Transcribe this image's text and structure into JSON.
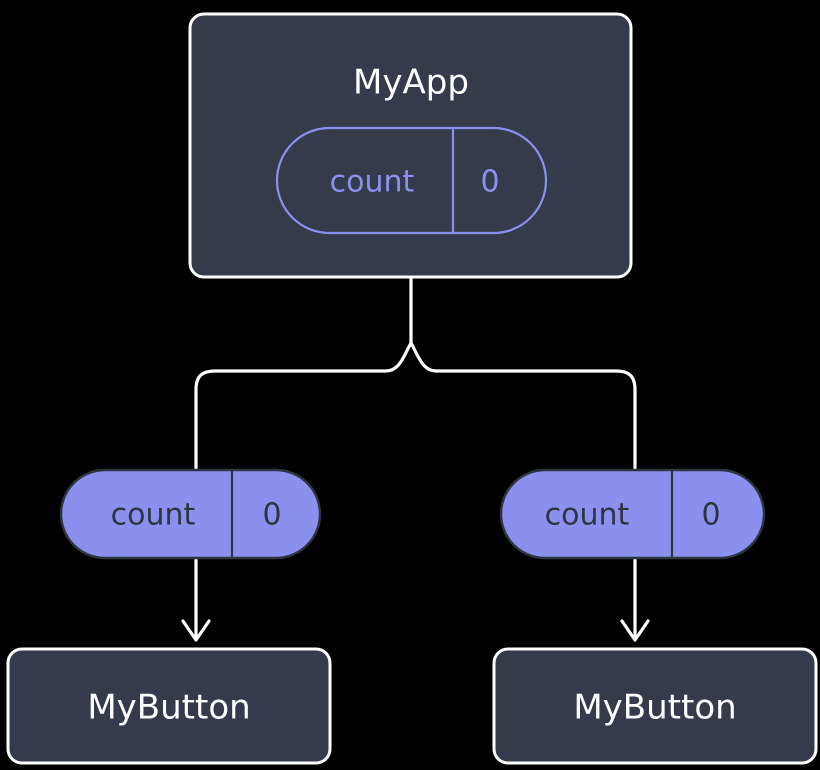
{
  "diagram": {
    "title_node": {
      "label": "MyApp",
      "state": {
        "key": "count",
        "value": "0"
      }
    },
    "state_pills": [
      {
        "key": "count",
        "value": "0"
      },
      {
        "key": "count",
        "value": "0"
      }
    ],
    "child_nodes": [
      {
        "label": "MyButton"
      },
      {
        "label": "MyButton"
      }
    ],
    "colors": {
      "background": "#000000",
      "node_fill": "#353b4a",
      "node_stroke": "#ffffff",
      "node_text": "#ffffff",
      "pill_accent": "#8b90ef",
      "pill_outline_stroke": "#8b90ef",
      "pill_outline_text": "#8b90ef",
      "pill_solid_fill": "#8b90ef",
      "pill_solid_stroke": "#2e3440",
      "pill_solid_text": "#2e3440",
      "edge_stroke": "#ffffff"
    }
  }
}
